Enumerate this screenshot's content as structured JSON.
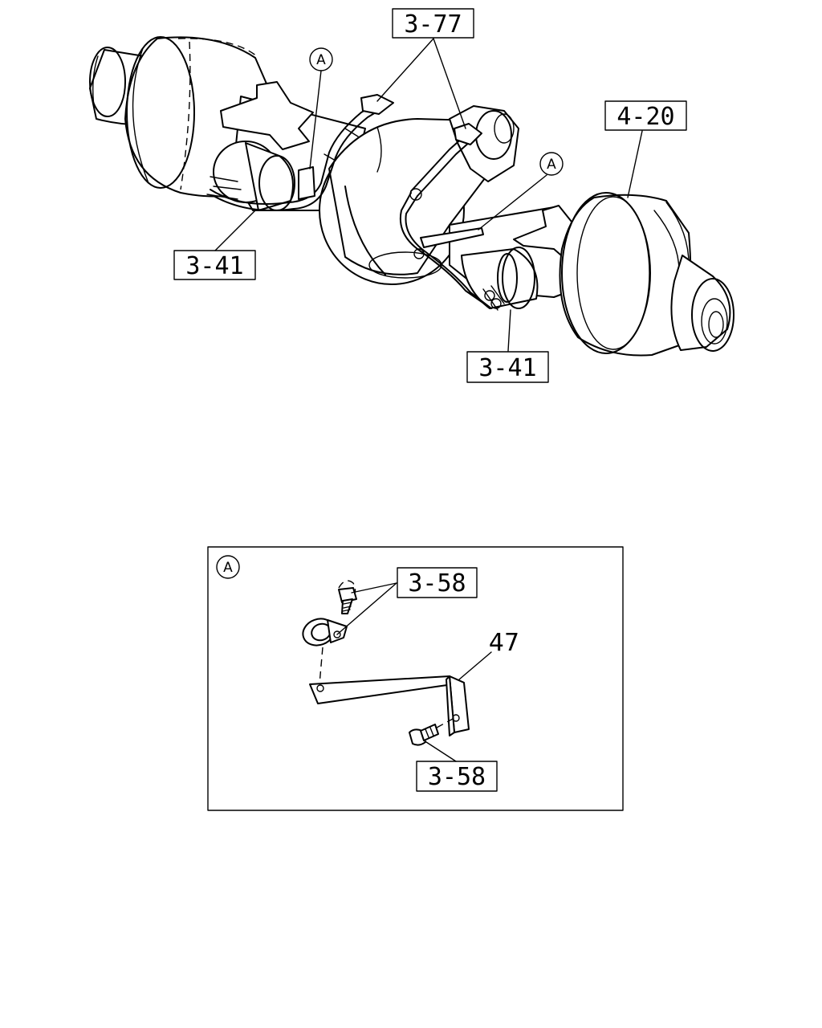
{
  "labels": {
    "ref_3_77": "3-77",
    "ref_4_20": "4-20",
    "ref_3_41_left": "3-41",
    "ref_3_41_right": "3-41",
    "ref_3_58_top": "3-58",
    "ref_3_58_bottom": "3-58",
    "part_47": "47"
  },
  "callouts": {
    "a_left": "A",
    "a_right": "A",
    "a_detail": "A"
  }
}
